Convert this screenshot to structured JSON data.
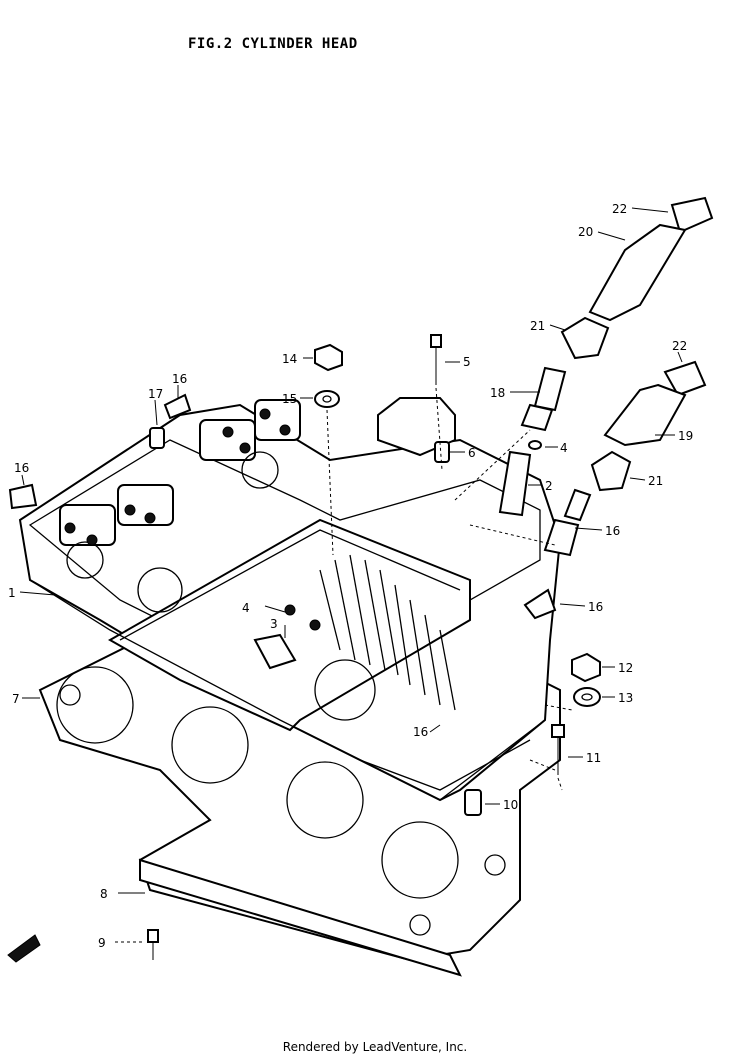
{
  "title": "FIG.2  CYLINDER HEAD",
  "footer": "Rendered by LeadVenture, Inc.",
  "callouts": [
    "22",
    "20",
    "21",
    "14",
    "5",
    "18",
    "4",
    "22",
    "15",
    "17",
    "16",
    "6",
    "2",
    "19",
    "16",
    "21",
    "16",
    "1",
    "16",
    "4",
    "3",
    "12",
    "7",
    "13",
    "16",
    "11",
    "10",
    "8",
    "9"
  ]
}
